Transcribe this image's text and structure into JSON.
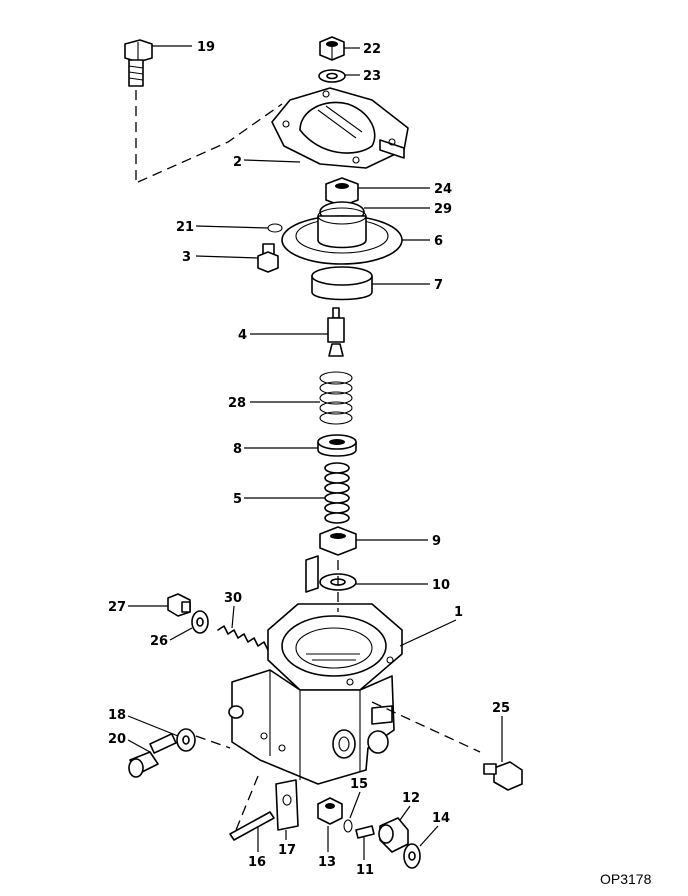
{
  "drawing_code": "OP3178",
  "callouts": [
    "19",
    "22",
    "23",
    "2",
    "24",
    "29",
    "21",
    "6",
    "3",
    "7",
    "4",
    "28",
    "8",
    "5",
    "9",
    "10",
    "27",
    "30",
    "1",
    "26",
    "18",
    "20",
    "25",
    "15",
    "12",
    "14",
    "16",
    "17",
    "13",
    "11"
  ]
}
